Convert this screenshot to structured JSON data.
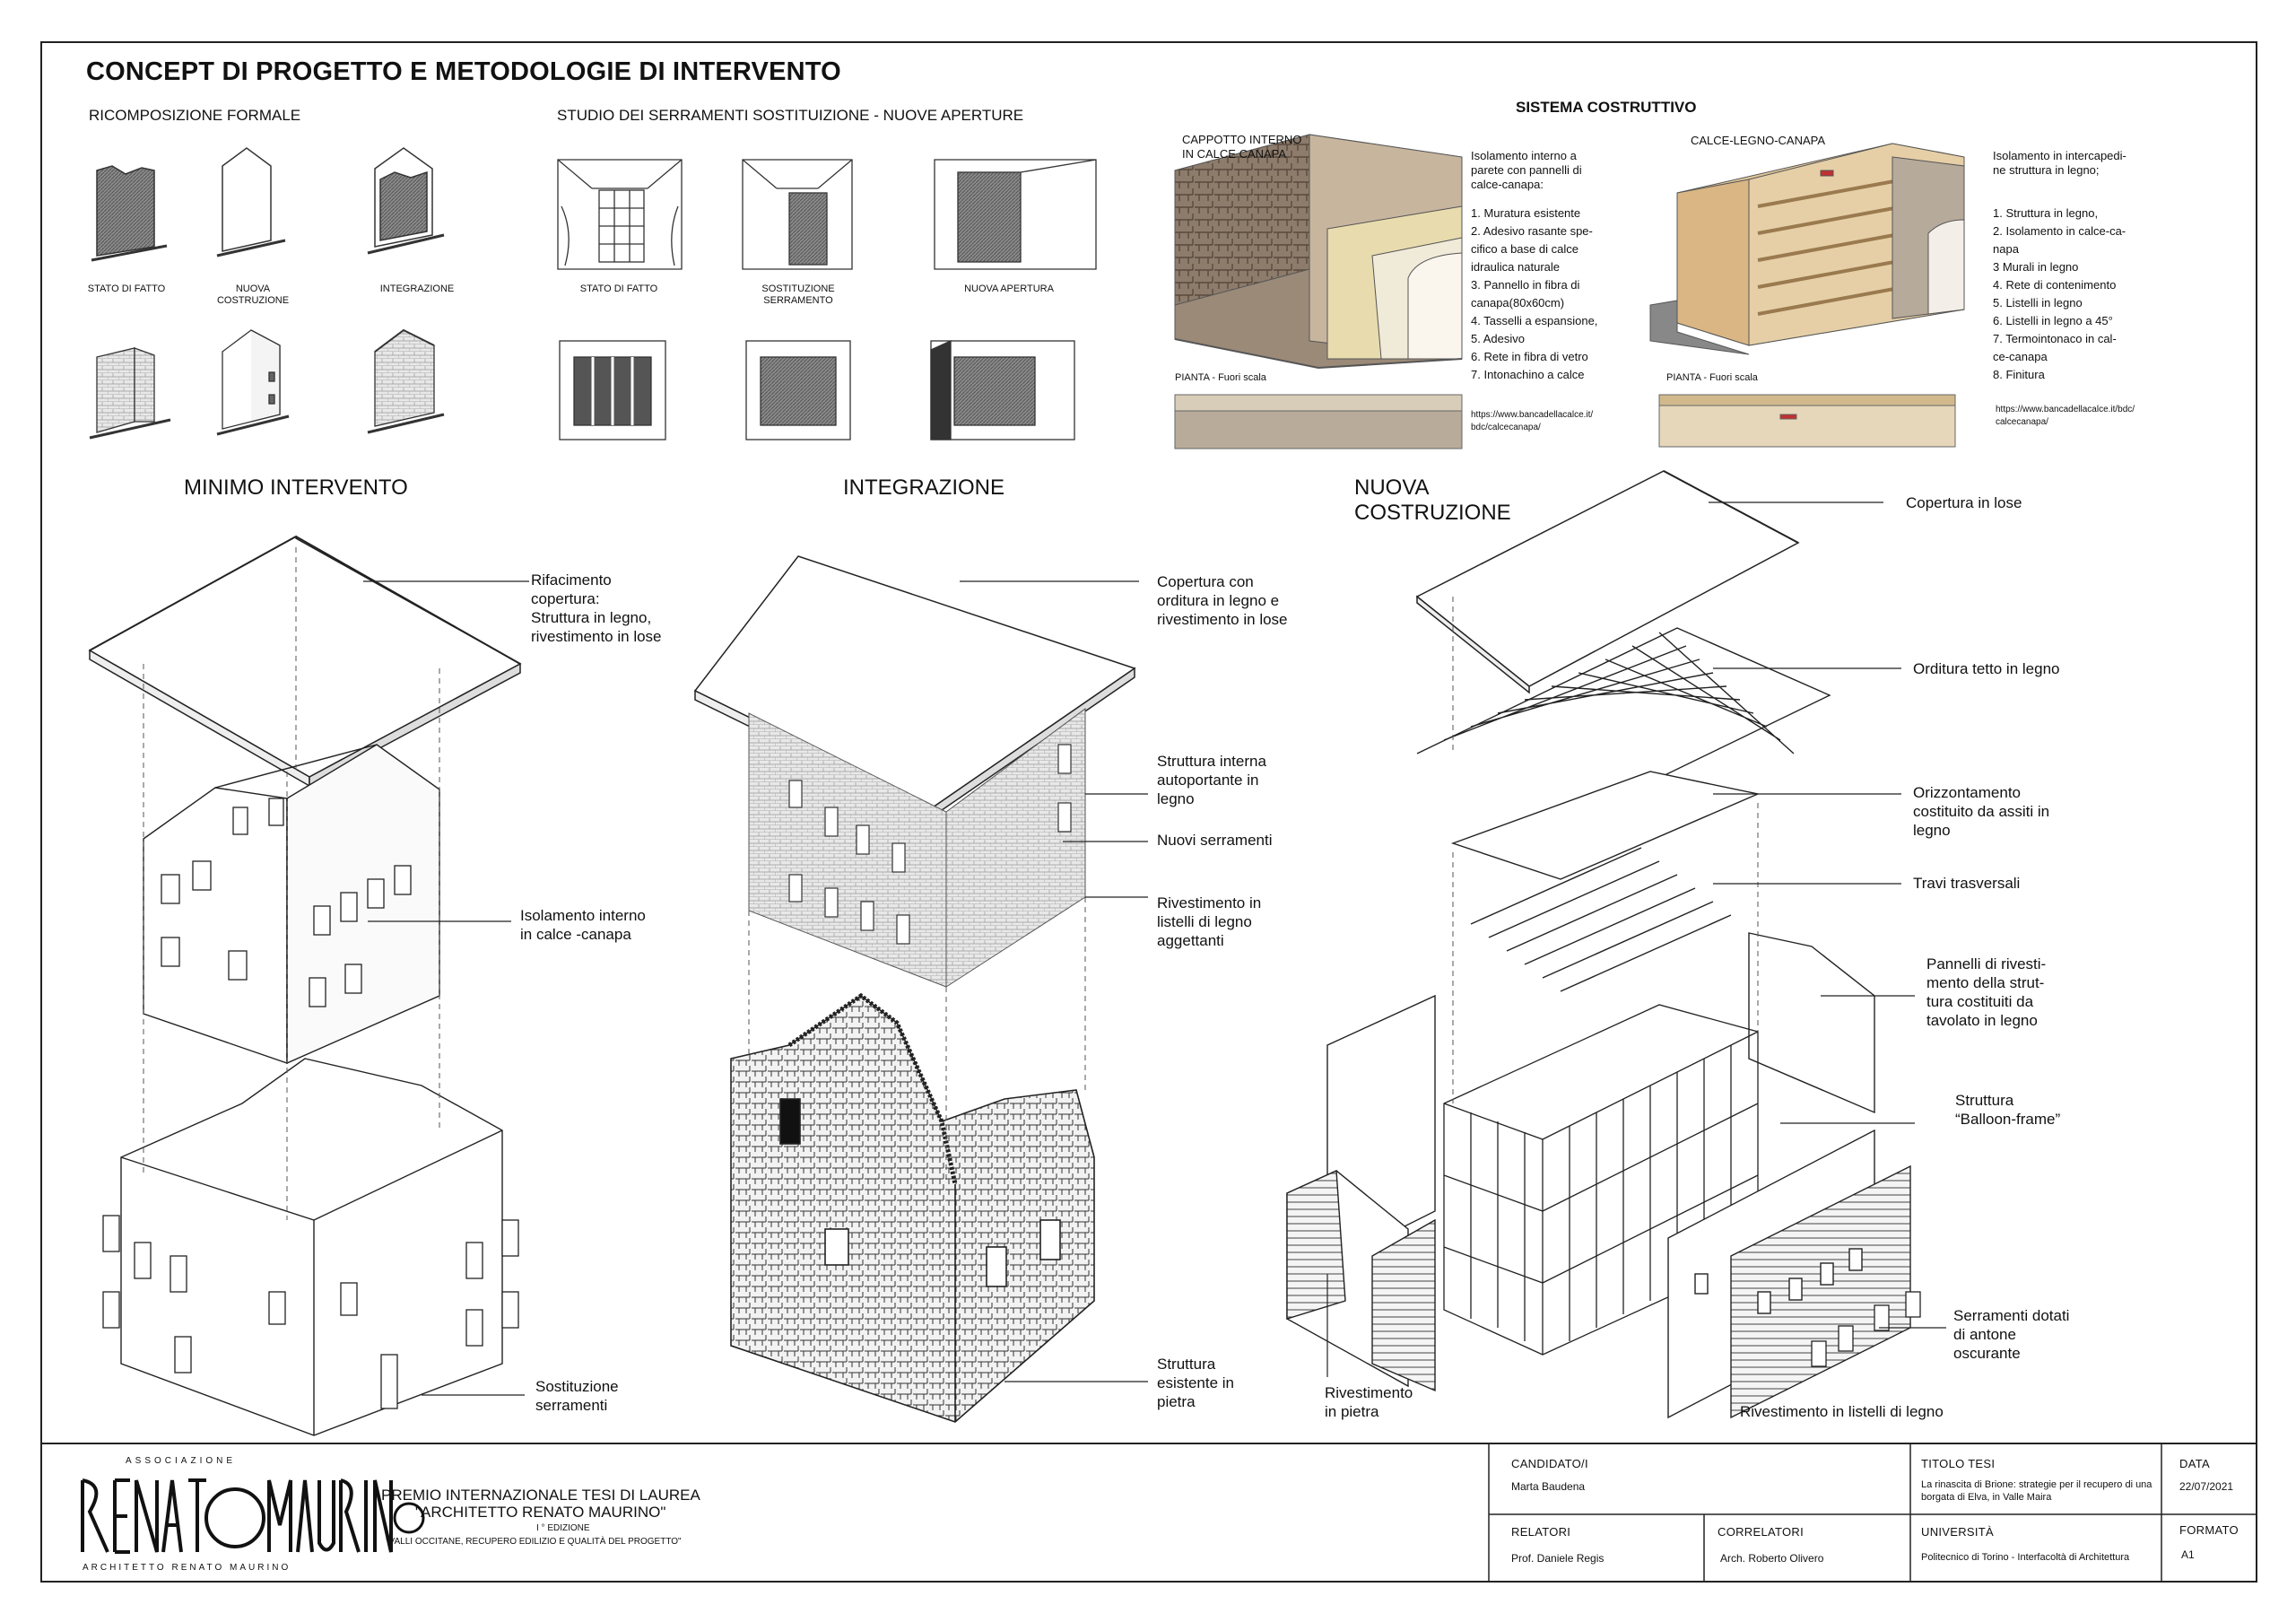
{
  "header": {
    "title": "CONCEPT DI PROGETTO E METODOLOGIE DI INTERVENTO",
    "ricomposizione": "RICOMPOSIZIONE FORMALE",
    "serramenti": "STUDIO DEI SERRAMENTI SOSTITUIZIONE - NUOVE APERTURE",
    "sistema": "SISTEMA COSTRUTTIVO"
  },
  "ricomposizione_captions": [
    "STATO DI FATTO",
    "NUOVA\nCOSTRUZIONE",
    "INTEGRAZIONE"
  ],
  "serramenti_captions": [
    "STATO DI FATTO",
    "SOSTITUZIONE\nSERRAMENTO",
    "NUOVA APERTURA"
  ],
  "sistema": {
    "left_title": "CAPPOTTO INTERNO\nIN CALCE CANAPA",
    "left_desc": "Isolamento interno a\nparete con pannelli di\ncalce-canapa:",
    "left_list": [
      "1. Muratura esistente",
      "2. Adesivo rasante spe-\ncifico a base di calce\nidraulica naturale",
      "3. Pannello in fibra di\ncanapa(80x60cm)",
      "4. Tasselli a espansione,",
      "5. Adesivo",
      "6. Rete in fibra di vetro",
      "7. Intonachino a calce"
    ],
    "left_pianta": "PIANTA - Fuori scala",
    "left_url": "https://www.bancadellacalce.it/\nbdc/calcecanapa/",
    "right_title": "CALCE-LEGNO-CANAPA",
    "right_desc": "Isolamento in intercapedi-\nne struttura in legno;",
    "right_list": [
      "1. Struttura in legno,",
      "2. Isolamento in calce-ca-\nnapa",
      "3 Murali in legno",
      "4. Rete di contenimento",
      "5. Listelli in legno",
      "6. Listelli in legno a 45°",
      "7. Termointonaco in cal-\nce-canapa",
      "8. Finitura"
    ],
    "right_pianta": "PIANTA - Fuori scala",
    "right_url": "https://www.bancadellacalce.it/bdc/\ncalcecanapa/"
  },
  "sections": {
    "minimo": "MINIMO INTERVENTO",
    "integrazione": "INTEGRAZIONE",
    "nuova": "NUOVA\nCOSTRUZIONE"
  },
  "labels_minimo": {
    "copertura": "Rifacimento\ncopertura:\nStruttura in legno,\nrivestimento in lose",
    "isolamento": "Isolamento interno\nin calce -canapa",
    "sostituzione": "Sostituzione\nserramenti"
  },
  "labels_integrazione": {
    "copertura": "Copertura con\norditura in legno e\nrivestimento in lose",
    "struttura_interna": "Struttura interna\nautoportante in\nlegno",
    "serramenti": "Nuovi serramenti",
    "rivestimento": "Rivestimento in\nlistelli di legno\naggettanti",
    "esistente": "Struttura\nesistente in\npietra"
  },
  "labels_nuova": {
    "copertura": "Copertura in lose",
    "orditura": "Orditura tetto in legno",
    "orizzontamento": "Orizzontamento\ncostituito da assiti in\nlegno",
    "travi": "Travi trasversali",
    "pannelli": "Pannelli di rivesti-\nmento della strut-\ntura costituiti da\ntavolato in legno",
    "balloon": "Struttura\n“Balloon-frame”",
    "serramenti": "Serramenti dotati\ndi antone\noscurante",
    "rivestimento_pietra": "Rivestimento\nin pietra",
    "rivestimento_legno": "Rivestimento in listelli di legno"
  },
  "footer": {
    "logo_top": "ASSOCIAZIONE",
    "logo_bottom": "ARCHITETTO RENATO MAURINO",
    "prize_line1": "PREMIO INTERNAZIONALE  TESI DI LAUREA",
    "prize_line2": "\"ARCHITETTO RENATO MAURINO\"",
    "edition": "I ° EDIZIONE",
    "theme": "\"VALLI OCCITANE,  RECUPERO EDILIZIO E QUALITÀ DEL PROGETTO\"",
    "candidato_h": "CANDIDATO/I",
    "candidato": "Marta Baudena",
    "titolo_h": "TITOLO TESI",
    "titolo": "La rinascita di Brione: strategie per il recupero di una\nborgata di Elva, in Valle Maira",
    "data_h": "DATA",
    "data": "22/07/2021",
    "relatori_h": "RELATORI",
    "relatori": "Prof. Daniele Regis",
    "correlatori_h": "CORRELATORI",
    "correlatori": "Arch. Roberto Olivero",
    "universita_h": "UNIVERSITÀ",
    "universita": "Politecnico di Torino - Interfacoltà di Architettura",
    "formato_h": "FORMATO",
    "formato": "A1"
  }
}
